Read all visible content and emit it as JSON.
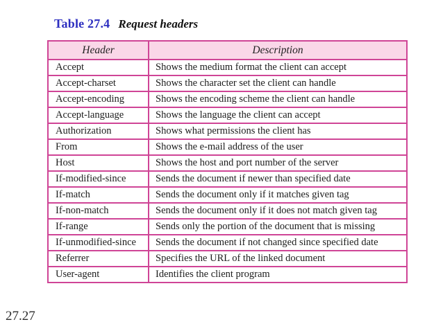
{
  "slide": {
    "table_label": "Table 27.4",
    "table_caption": "Request headers",
    "slide_number": "27.27",
    "colors": {
      "accent_blue": "#2d2fc0",
      "table_border": "#cf4496",
      "header_bg": "#fad7e8"
    }
  },
  "table": {
    "columns": [
      "Header",
      "Description"
    ],
    "rows": [
      {
        "header": "Accept",
        "description": "Shows the medium format the client can accept"
      },
      {
        "header": "Accept-charset",
        "description": "Shows the character set the client can handle"
      },
      {
        "header": "Accept-encoding",
        "description": "Shows the encoding scheme the client can handle"
      },
      {
        "header": "Accept-language",
        "description": "Shows the language the client can accept"
      },
      {
        "header": "Authorization",
        "description": "Shows what permissions the client has"
      },
      {
        "header": "From",
        "description": "Shows the e-mail address of the user"
      },
      {
        "header": "Host",
        "description": "Shows the host and port number of the server"
      },
      {
        "header": "If-modified-since",
        "description": "Sends the document if newer than specified date"
      },
      {
        "header": "If-match",
        "description": "Sends the document only if it matches given tag"
      },
      {
        "header": "If-non-match",
        "description": "Sends the document only if it does not match given tag"
      },
      {
        "header": "If-range",
        "description": "Sends only the portion of the document that is missing"
      },
      {
        "header": "If-unmodified-since",
        "description": "Sends the document if not changed since specified date"
      },
      {
        "header": "Referrer",
        "description": "Specifies the URL of the linked document"
      },
      {
        "header": "User-agent",
        "description": "Identifies the client program"
      }
    ]
  }
}
